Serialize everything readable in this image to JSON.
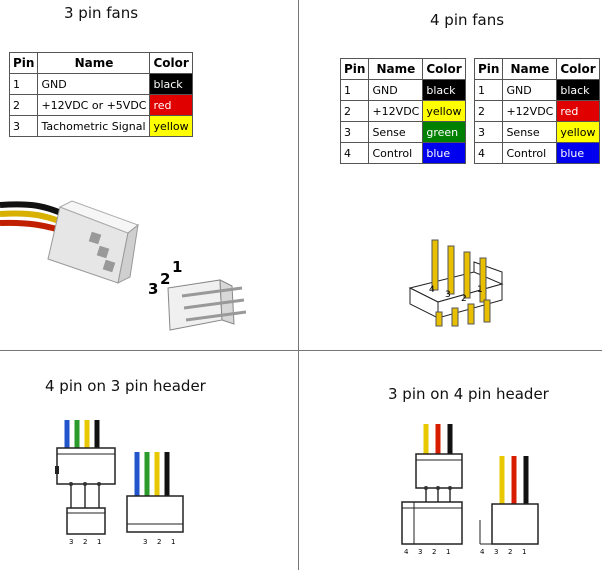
{
  "titles": {
    "three_pin": "3 pin fans",
    "four_pin": "4 pin fans",
    "four_on_three": "4 pin on 3 pin header",
    "three_on_four": "3 pin on 4 pin header"
  },
  "headers": {
    "pin": "Pin",
    "name": "Name",
    "color": "Color"
  },
  "three_pin_table": [
    {
      "pin": "1",
      "name": "GND",
      "color": "black"
    },
    {
      "pin": "2",
      "name": "+12VDC or +5VDC",
      "color": "red"
    },
    {
      "pin": "3",
      "name": "Tachometric Signal",
      "color": "yellow"
    }
  ],
  "four_pin_table_a": [
    {
      "pin": "1",
      "name": "GND",
      "color": "black"
    },
    {
      "pin": "2",
      "name": "+12VDC",
      "color": "yellow"
    },
    {
      "pin": "3",
      "name": "Sense",
      "color": "green"
    },
    {
      "pin": "4",
      "name": "Control",
      "color": "blue"
    }
  ],
  "four_pin_table_b": [
    {
      "pin": "1",
      "name": "GND",
      "color": "black"
    },
    {
      "pin": "2",
      "name": "+12VDC",
      "color": "red"
    },
    {
      "pin": "3",
      "name": "Sense",
      "color": "yellow"
    },
    {
      "pin": "4",
      "name": "Control",
      "color": "blue"
    }
  ],
  "connector_numbers": {
    "three_pin": [
      "3",
      "2",
      "1"
    ],
    "four_pin": [
      "4",
      "3",
      "2",
      "1"
    ]
  },
  "colors": {
    "black": "#000000",
    "red": "#e00000",
    "yellow": "#ffff00",
    "green": "#008000",
    "blue": "#0000ee",
    "white_plastic": "#f2f2f2"
  }
}
